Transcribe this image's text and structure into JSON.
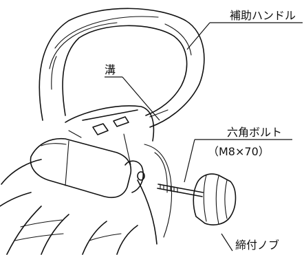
{
  "labels": {
    "auxiliary_handle": "補助ハンドル",
    "groove": "溝",
    "hex_bolt": "六角ボルト",
    "bolt_size": "（M8×70）",
    "clamp_knob": "締付ノブ"
  }
}
